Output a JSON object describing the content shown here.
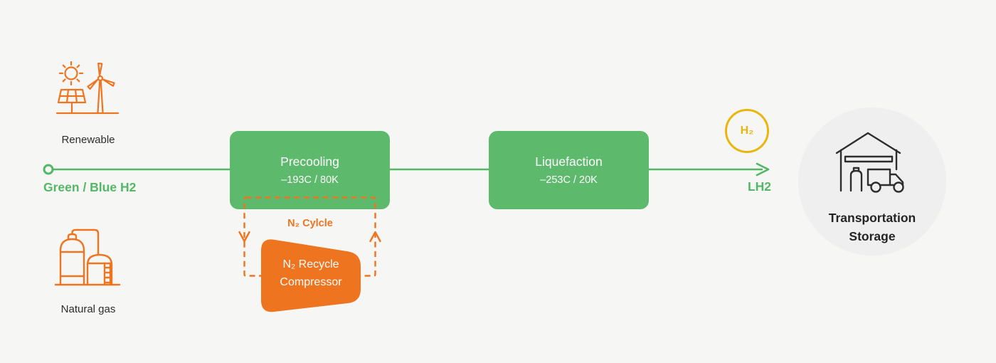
{
  "colors": {
    "flow_green": "#53b866",
    "box_green": "#5dba6d",
    "loop_orange": "#ef7420",
    "badge_gold": "#eab60d",
    "icon_dark": "#2d2d2d",
    "storage_circle_bg": "#efefef",
    "background": "#f6f6f5"
  },
  "sources": {
    "renewable": {
      "label": "Renewable",
      "icon": "solar-wind-icon"
    },
    "natural_gas": {
      "label": "Natural gas",
      "icon": "gas-plant-icon"
    }
  },
  "flow": {
    "input_label": "Green / Blue H2",
    "output_label": "LH2",
    "h2_badge": "H₂"
  },
  "stages": [
    {
      "name": "Precooling",
      "detail": "–193C / 80K"
    },
    {
      "name": "Liquefaction",
      "detail": "–253C / 20K"
    }
  ],
  "n2_loop": {
    "cycle_label": "N₂ Cylcle",
    "compressor_line1": "N₂ Recycle",
    "compressor_line2": "Compressor"
  },
  "destination": {
    "line1": "Transportation",
    "line2": "Storage",
    "icon": "warehouse-truck-icon"
  }
}
